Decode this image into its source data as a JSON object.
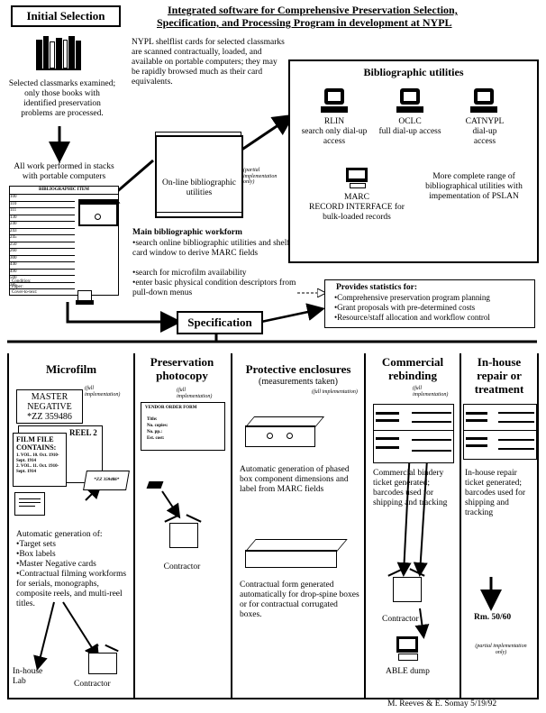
{
  "header": {
    "initial_selection": "Initial Selection",
    "title_line1": "Integrated software for Comprehensive Preservation Selection,",
    "title_line2": "Specification, and Processing Program in development at NYPL"
  },
  "left_notes": {
    "selected": "Selected classmarks examined; only those books with identified preservation problems are processed.",
    "stacks": "All work performed in stacks with portable computers"
  },
  "shelflist_note": "NYPL shelflist cards for selected classmarks are scanned contractually, loaded, and available on portable computers; they may be rapidly browsed much as their card equivalents.",
  "bib_item": {
    "header": "BIBLIOGRAPHIC ITEM",
    "rows": [
      "100",
      "110",
      "111",
      "130",
      "240",
      "243",
      "245",
      "250",
      "260",
      "300",
      "440",
      "490",
      "500",
      "245"
    ],
    "condition": "Condition:",
    "paper": "Paper:",
    "cover": "Cover-to-text:"
  },
  "online_box": {
    "label": "On-line bibliographic utilities",
    "note": "(partial implementation only)"
  },
  "workform": {
    "title": "Main bibliographic workform",
    "items": [
      "•search online bibliographic utilities and shelflist card window to derive MARC fields",
      "•search for microfilm availability",
      "•enter basic physical condition descriptors from pull-down menus"
    ]
  },
  "bib_utilities": {
    "title": "Bibliographic utilities",
    "rlin_name": "RLIN",
    "rlin_desc": "search only dial-up access",
    "oclc_name": "OCLC",
    "oclc_desc": "full dial-up access",
    "catnypl_name": "CATNYPL",
    "catnypl_desc": "dial-up access",
    "marc_name": "MARC",
    "marc_desc": "RECORD INTERFACE for bulk-loaded records",
    "more": "More complete range of bibliographical utilities with impementation of PSLAN"
  },
  "stats_box": {
    "title": "Provides statistics for:",
    "items": [
      "•Comprehensive preservation program planning",
      "•Grant proposals with pre-determined costs",
      "•Resource/staff allocation and workflow control"
    ]
  },
  "specification": "Specification",
  "microfilm": {
    "title": "Microfilm",
    "note": "(full implementation)",
    "master_line1": "MASTER",
    "master_line2": "NEGATIVE",
    "master_line3": "*ZZ 359486",
    "reel": "REEL 2",
    "film_title": "FILM FILE CONTAINS:",
    "film_lines": [
      "1. VOL. 10. Oct. 1910-",
      "Sept. 1914",
      "2. VOL. 11. Oct. 1910-",
      "Sept. 1914"
    ],
    "box_label": "*ZZ 359486*",
    "auto_title": "Automatic generation of:",
    "auto_items": [
      "•Target sets",
      "•Box labels",
      "•Master Negative cards",
      "•Contractual filming workforms for serials, monographs, composite reels, and multi-reel titles."
    ],
    "inhouse": "In-house Lab",
    "contractor": "Contractor"
  },
  "photocopy": {
    "title": "Preservation photocopy",
    "note": "(full implementation)",
    "form_title": "VENDOR ORDER FORM",
    "form_fields": [
      "Title:",
      "No. copies:",
      "No. pp.:",
      "Est. cost:"
    ],
    "contractor": "Contractor"
  },
  "enclosures": {
    "title": "Protective enclosures",
    "subtitle": "(measurements taken)",
    "note": "(full implementation)",
    "text1": "Automatic generation of phased box component dimensions and label from MARC fields",
    "text2": "Contractual form generated automatically for drop-spine boxes or for contractual corrugated boxes."
  },
  "rebinding": {
    "title": "Commercial rebinding",
    "note": "(full implementation)",
    "text": "Commercial bindery ticket generated; barcodes used for shipping and tracking",
    "contractor": "Contractor",
    "able": "ABLE dump"
  },
  "repair": {
    "title": "In-house repair or treatment",
    "text": "In-house repair ticket generated; barcodes used for shipping and tracking",
    "room": "Rm. 50/60",
    "note": "(partial implementation only)"
  },
  "credit": "M. Reeves & E. Somay 5/19/92"
}
